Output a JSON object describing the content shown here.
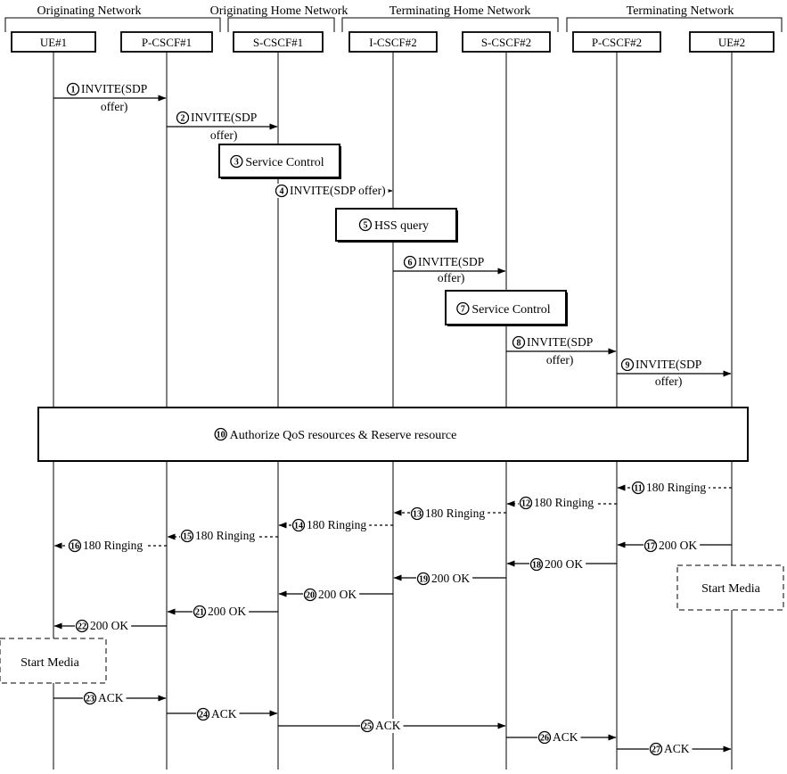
{
  "networks": [
    {
      "id": "orig",
      "label": "Originating Network"
    },
    {
      "id": "ohome",
      "label": "Originating Home Network"
    },
    {
      "id": "thome",
      "label": "Terminating Home Network"
    },
    {
      "id": "term",
      "label": "Terminating Network"
    }
  ],
  "entities": [
    {
      "id": "ue1",
      "label": "UE#1"
    },
    {
      "id": "pcscf1",
      "label": "P-CSCF#1"
    },
    {
      "id": "scscf1",
      "label": "S-CSCF#1"
    },
    {
      "id": "icscf2",
      "label": "I-CSCF#2"
    },
    {
      "id": "scscf2",
      "label": "S-CSCF#2"
    },
    {
      "id": "pcscf2",
      "label": "P-CSCF#2"
    },
    {
      "id": "ue2",
      "label": "UE#2"
    }
  ],
  "steps": [
    {
      "n": "1",
      "lines": [
        "INVITE(SDP",
        "offer)"
      ],
      "from": "ue1",
      "to": "pcscf1",
      "style": "solid"
    },
    {
      "n": "2",
      "lines": [
        "INVITE(SDP",
        "offer)"
      ],
      "from": "pcscf1",
      "to": "scscf1",
      "style": "solid"
    },
    {
      "n": "3",
      "lines": [
        "Service Control"
      ],
      "at": "scscf1",
      "type": "process"
    },
    {
      "n": "4",
      "lines": [
        "INVITE(SDP offer)"
      ],
      "from": "scscf1",
      "to": "icscf2",
      "style": "solid"
    },
    {
      "n": "5",
      "lines": [
        "HSS query"
      ],
      "at": "icscf2",
      "type": "process"
    },
    {
      "n": "6",
      "lines": [
        "INVITE(SDP",
        "offer)"
      ],
      "from": "icscf2",
      "to": "scscf2",
      "style": "solid"
    },
    {
      "n": "7",
      "lines": [
        "Service Control"
      ],
      "at": "scscf2",
      "type": "process"
    },
    {
      "n": "8",
      "lines": [
        "INVITE(SDP",
        "offer)"
      ],
      "from": "scscf2",
      "to": "pcscf2",
      "style": "solid"
    },
    {
      "n": "9",
      "lines": [
        "INVITE(SDP",
        "offer)"
      ],
      "from": "pcscf2",
      "to": "ue2",
      "style": "solid"
    },
    {
      "n": "10",
      "lines": [
        "Authorize QoS resources & Reserve resource"
      ],
      "type": "wide"
    },
    {
      "n": "11",
      "lines": [
        "180 Ringing"
      ],
      "from": "ue2",
      "to": "pcscf2",
      "style": "dashed"
    },
    {
      "n": "12",
      "lines": [
        "180 Ringing"
      ],
      "from": "pcscf2",
      "to": "scscf2",
      "style": "dashed"
    },
    {
      "n": "13",
      "lines": [
        "180 Ringing"
      ],
      "from": "scscf2",
      "to": "icscf2",
      "style": "dashed"
    },
    {
      "n": "14",
      "lines": [
        "180 Ringing"
      ],
      "from": "icscf2",
      "to": "scscf1",
      "style": "dashed"
    },
    {
      "n": "15",
      "lines": [
        "180 Ringing"
      ],
      "from": "scscf1",
      "to": "pcscf1",
      "style": "dashed"
    },
    {
      "n": "16",
      "lines": [
        "180 Ringing"
      ],
      "from": "pcscf1",
      "to": "ue1",
      "style": "dashed"
    },
    {
      "n": "17",
      "lines": [
        "200 OK"
      ],
      "from": "ue2",
      "to": "pcscf2",
      "style": "solid"
    },
    {
      "n": "18",
      "lines": [
        "200 OK"
      ],
      "from": "pcscf2",
      "to": "scscf2",
      "style": "solid"
    },
    {
      "n": "19",
      "lines": [
        "200 OK"
      ],
      "from": "scscf2",
      "to": "icscf2",
      "style": "solid"
    },
    {
      "n": "20",
      "lines": [
        "200 OK"
      ],
      "from": "icscf2",
      "to": "scscf1",
      "style": "solid"
    },
    {
      "n": "21",
      "lines": [
        "200 OK"
      ],
      "from": "scscf1",
      "to": "pcscf1",
      "style": "solid"
    },
    {
      "n": "22",
      "lines": [
        "200 OK"
      ],
      "from": "pcscf1",
      "to": "ue1",
      "style": "solid"
    },
    {
      "n": "23",
      "lines": [
        "ACK"
      ],
      "from": "ue1",
      "to": "pcscf1",
      "style": "solid"
    },
    {
      "n": "24",
      "lines": [
        "ACK"
      ],
      "from": "pcscf1",
      "to": "scscf1",
      "style": "solid"
    },
    {
      "n": "25",
      "lines": [
        "ACK"
      ],
      "from": "scscf1",
      "to": "scscf2",
      "style": "solid"
    },
    {
      "n": "26",
      "lines": [
        "ACK"
      ],
      "from": "scscf2",
      "to": "pcscf2",
      "style": "solid"
    },
    {
      "n": "27",
      "lines": [
        "ACK"
      ],
      "from": "pcscf2",
      "to": "ue2",
      "style": "solid"
    }
  ],
  "media": [
    {
      "id": "ue2",
      "label": "Start Media"
    },
    {
      "id": "ue1",
      "label": "Start Media"
    }
  ]
}
